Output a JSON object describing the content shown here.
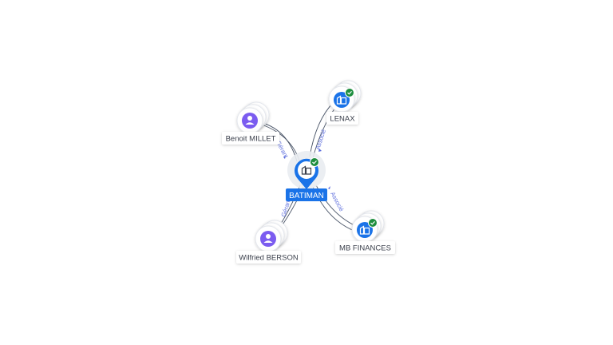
{
  "center": {
    "name": "BATIMAN",
    "icon": "company-icon",
    "verified_icon": "check-badge-icon",
    "color": "#1a73e8"
  },
  "nodes": [
    {
      "id": "benoit",
      "name": "Benoit MILLET",
      "type": "person",
      "icon": "person-icon",
      "color": "#7b5cf0"
    },
    {
      "id": "wilfried",
      "name": "Wilfried BERSON",
      "type": "person",
      "icon": "person-icon",
      "color": "#7b5cf0"
    },
    {
      "id": "lenax",
      "name": "LENAX",
      "type": "company",
      "icon": "company-icon",
      "verified_icon": "check-badge-icon",
      "color": "#1a73e8"
    },
    {
      "id": "mbfinances",
      "name": "MB FINANCES",
      "type": "company",
      "icon": "company-icon",
      "verified_icon": "check-badge-icon",
      "color": "#1a73e8"
    }
  ],
  "edges": [
    {
      "from": "benoit",
      "label": "Gérant"
    },
    {
      "from": "wilfried",
      "label": "Gérant"
    },
    {
      "from": "lenax",
      "label": "Associé"
    },
    {
      "from": "mbfinances",
      "label": "Associé"
    }
  ],
  "colors": {
    "edge": "#4a5568",
    "edge_label": "#5b6cdc",
    "verified": "#1e8e3e"
  }
}
